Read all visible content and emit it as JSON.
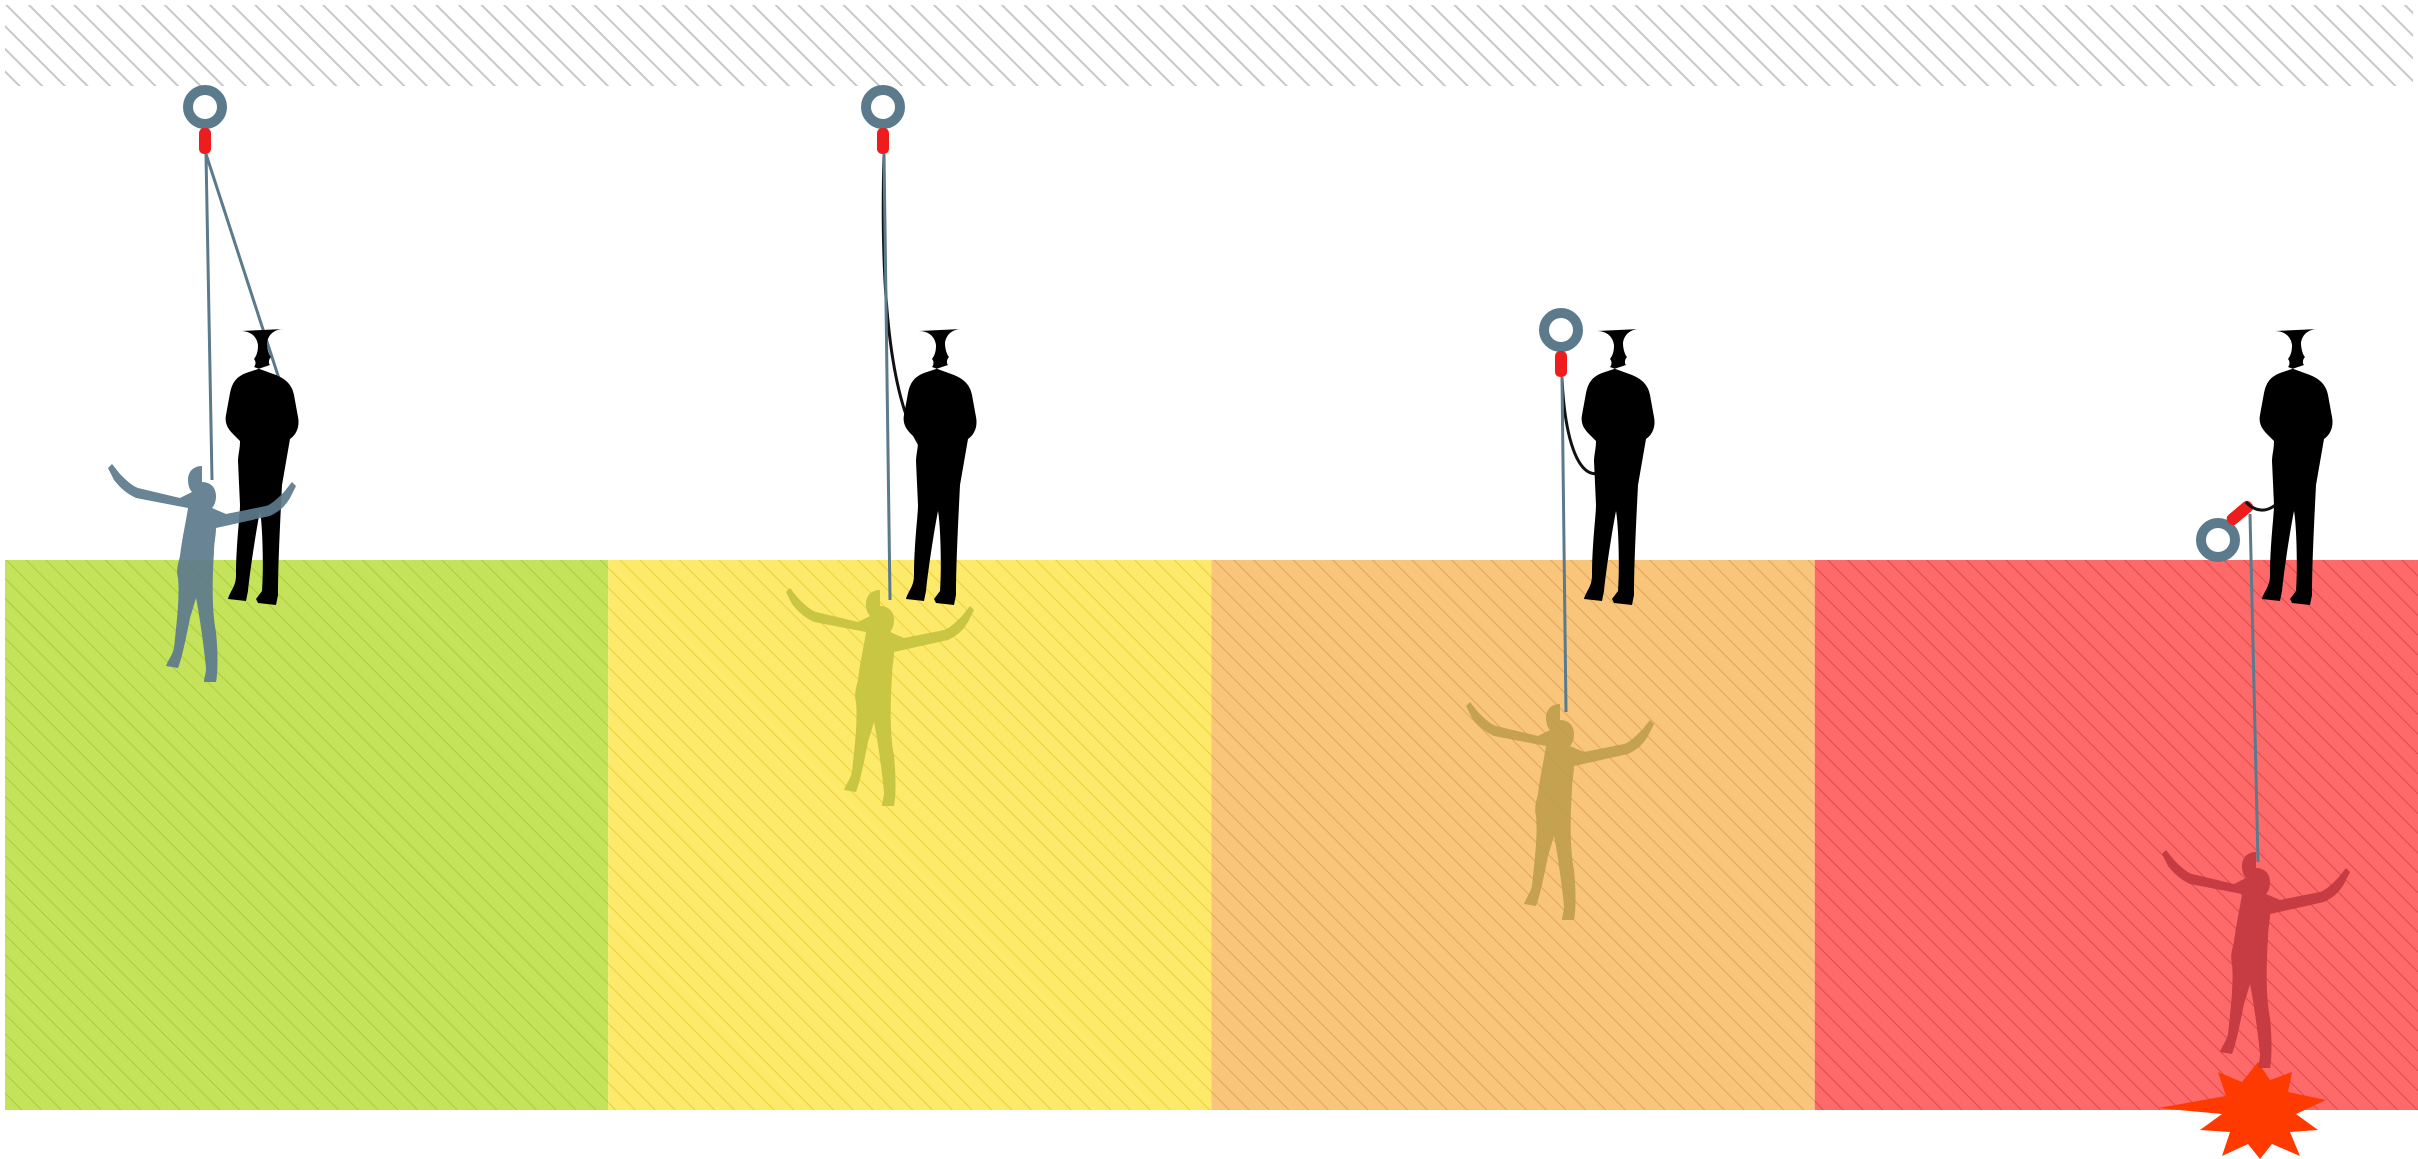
{
  "diagram": {
    "subject": "fall-arrest-anchor-positions",
    "panels": [
      {
        "id": "green",
        "zone_color": "#c5e35a",
        "hatch_color": "#a9cc3c",
        "anchor_position": "overhead-offset",
        "lanyard_color": "#5b7a8c",
        "falling_figure_color": "#5b7a8c"
      },
      {
        "id": "yellow",
        "zone_color": "#fdea6a",
        "hatch_color": "#e8cf3c",
        "anchor_position": "overhead-behind",
        "lanyard_color": "#111111",
        "falling_figure_color": "#c3c23f"
      },
      {
        "id": "orange",
        "zone_color": "#f9c57b",
        "hatch_color": "#e0a55a",
        "anchor_position": "shoulder-height",
        "lanyard_color": "#111111",
        "falling_figure_color": "#bf9d4b"
      },
      {
        "id": "red",
        "zone_color": "#fe6a6a",
        "hatch_color": "#dd4a4a",
        "anchor_position": "below-feet",
        "lanyard_color": "#111111",
        "falling_figure_color": "#c2383f",
        "ground_impact": true
      }
    ],
    "colors": {
      "ceiling_hatch": "#c8c8c8",
      "anchor_ring": "#5b7a8c",
      "connector": "#ee1c1c",
      "worker": "#000000",
      "impact": "#ff3a00"
    }
  }
}
